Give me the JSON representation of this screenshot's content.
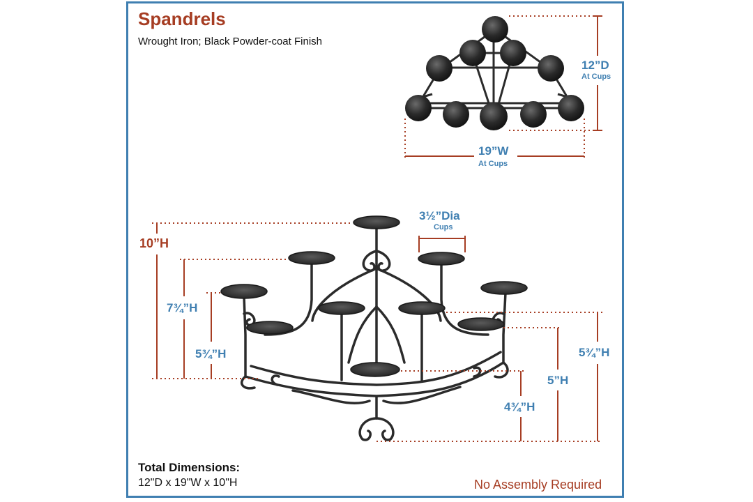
{
  "header": {
    "title": "Spandrels",
    "subtitle": "Wrought Iron; Black Powder-coat Finish"
  },
  "top_view": {
    "depth_value": "12”D",
    "depth_note": "At Cups",
    "width_value": "19”W",
    "width_note": "At Cups"
  },
  "front_view": {
    "cup_diameter": "3½”Dia",
    "cup_note": "Cups",
    "heights_left": [
      "10”H",
      "7¾”H",
      "5¾”H"
    ],
    "heights_right": [
      "5¾”H",
      "5”H",
      "4¾”H"
    ]
  },
  "footer": {
    "total_label": "Total Dimensions:",
    "total_value": "12\"D x 19\"W x 10\"H",
    "assembly_note": "No Assembly Required"
  },
  "colors": {
    "frame": "#3f7fb1",
    "accent_red": "#a63d23",
    "accent_blue": "#3f7fb1",
    "iron": "#2b2b2b"
  }
}
